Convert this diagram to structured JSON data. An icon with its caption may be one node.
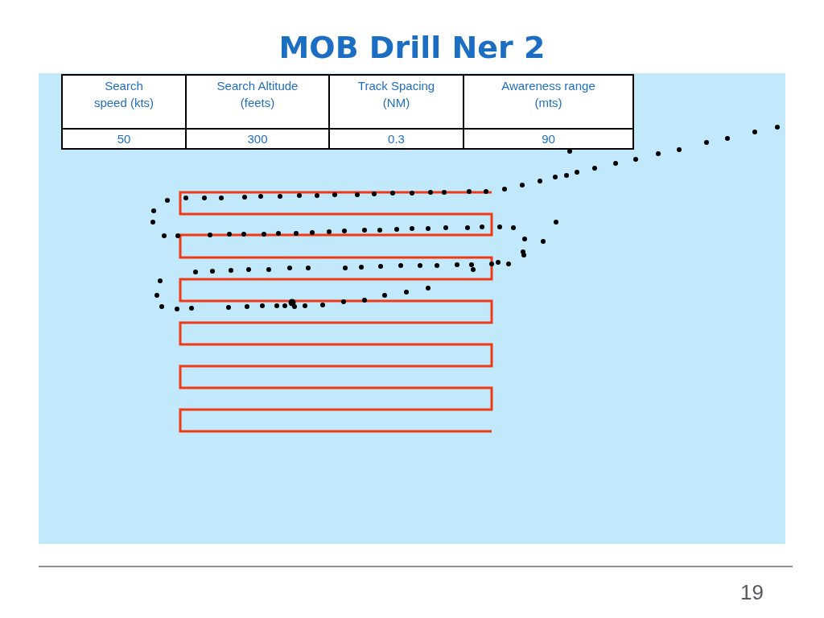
{
  "diagram": {
    "title": "MOB Drill Ner 2",
    "labels": [
      "Search speed (kts)",
      "Search Altitude (feets)",
      "Track Spacing (NM)",
      "Awareness range (mts)",
      "50",
      "300",
      "0.3",
      "90",
      "19"
    ]
  }
}
